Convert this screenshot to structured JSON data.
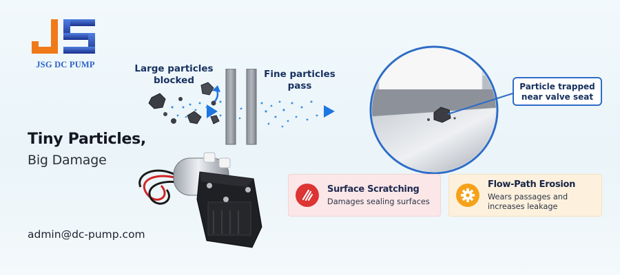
{
  "brand": {
    "logo_text": "JSG DC PUMP",
    "logo_icon": "jsg-monogram",
    "colors": {
      "blue": "#2b61c6",
      "orange": "#f07a18",
      "dark_blue": "#1b2f8c"
    }
  },
  "headline": {
    "line1": "Tiny Particles,",
    "line2": "Big Damage"
  },
  "contact": {
    "email": "admin@dc-pump.com"
  },
  "diagram": {
    "large_label": [
      "Large particles",
      "blocked"
    ],
    "fine_label": [
      "Fine particles",
      "pass"
    ]
  },
  "zoom": {
    "callout": [
      "Particle trapped",
      "near valve seat"
    ]
  },
  "cards": [
    {
      "title": "Surface Scratching",
      "desc": [
        "Damages sealing surfaces"
      ],
      "icon": "scratch-icon",
      "bg": "#fbe7e8",
      "accent": "#dd3434"
    },
    {
      "title": "Flow-Path Erosion",
      "desc": [
        "Wears passages and",
        "increases leakage"
      ],
      "icon": "gear-icon",
      "bg": "#fdf1dd",
      "accent": "#f5a21a"
    }
  ]
}
